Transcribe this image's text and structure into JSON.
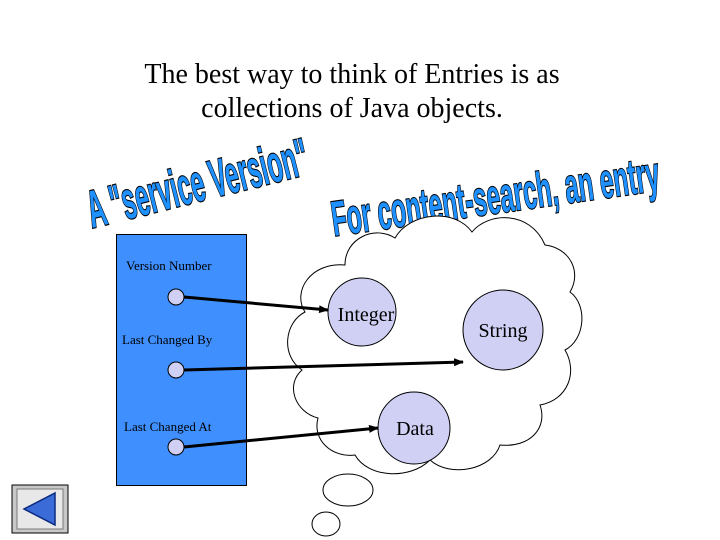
{
  "title": {
    "line1": "The best way to think of Entries is as",
    "line2": "collections of Java objects."
  },
  "wordart": {
    "left": "A \"service Version\"",
    "right": "For content-search, an entry"
  },
  "entry": {
    "fields": [
      "Version Number",
      "Last Changed By",
      "Last Changed At"
    ]
  },
  "objects": {
    "integer": "Integer",
    "string": "String",
    "data": "Data"
  },
  "colors": {
    "entry_box": "#3f8fff",
    "object_circle": "#cfd0f4",
    "wordart_fill": "#1e90ff",
    "nav_blue": "#3a6bd6"
  },
  "icons": {
    "navigation": "back-triangle-icon"
  }
}
